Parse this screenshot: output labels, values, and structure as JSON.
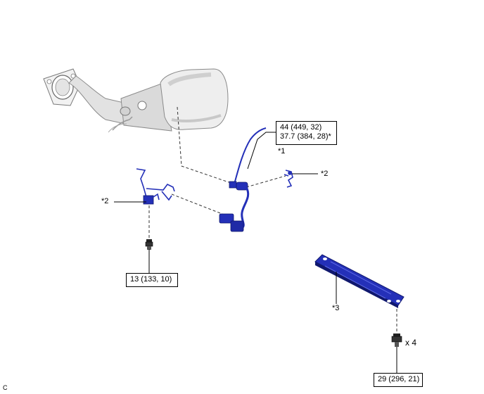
{
  "callouts": {
    "sensor": "*1",
    "clamp_right": "*2",
    "clamp_left": "*2",
    "plate": "*3"
  },
  "torques": {
    "sensor_line1": "44 (449, 32)",
    "sensor_line2": "37.7 (384, 28)*",
    "bolt_left": "13 (133, 10)",
    "plate_bolts": "29 (296, 21)"
  },
  "quantity": "x 4",
  "figure_code": "C",
  "colors": {
    "part_blue": "#2430b8",
    "part_dark": "#10186e",
    "converter_light": "#ececec",
    "converter_shade": "#c4c4c4"
  }
}
